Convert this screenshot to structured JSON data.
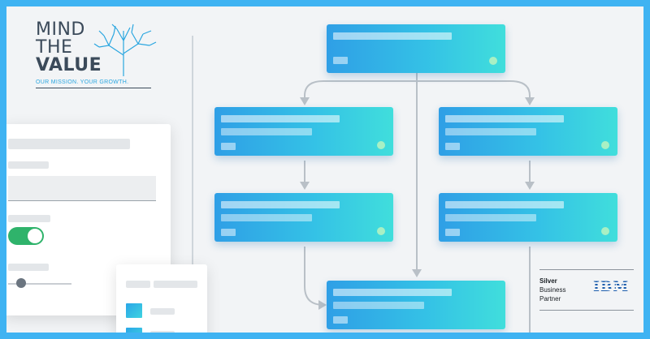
{
  "logo": {
    "line1": "MIND",
    "line2": "THE",
    "line3": "VALUE",
    "tagline": "OUR MISSION. YOUR GROWTH.",
    "icon": "tree-icon"
  },
  "settings_panel": {
    "toggle_state": "on",
    "toggle_color": "#2fb36b"
  },
  "flow": {
    "accent_start": "#2f9fe6",
    "accent_end": "#40dedc",
    "status_dot_color": "#a8f0c4",
    "nodes": [
      "node-top",
      "node-left-1",
      "node-right-1",
      "node-left-2",
      "node-right-2",
      "node-bottom"
    ]
  },
  "partner": {
    "tier": "Silver",
    "line2": "Business",
    "line3": "Partner",
    "brand": "IBM"
  },
  "colors": {
    "frame": "#3fb3f2",
    "logo_text": "#3b4a5a",
    "tagline": "#2aa6e0",
    "ibm_blue": "#1f5fae"
  }
}
